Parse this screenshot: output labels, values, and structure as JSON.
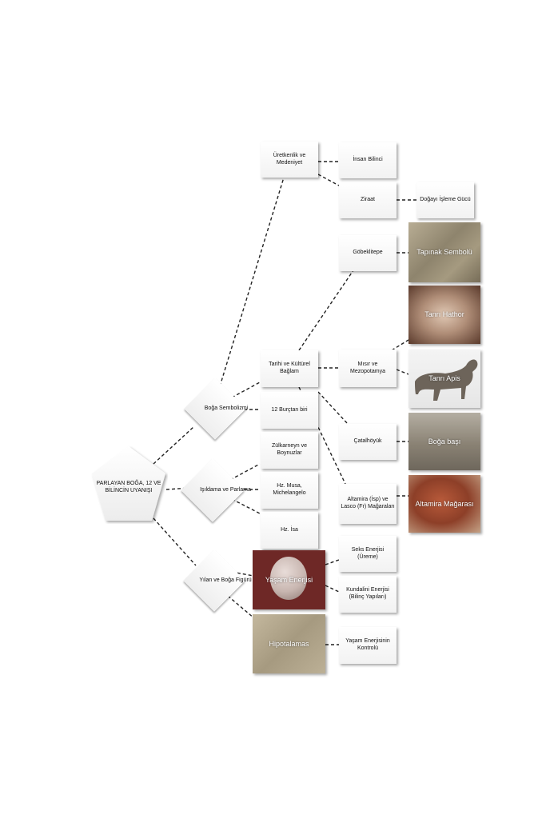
{
  "colors": {
    "line": "#222222",
    "box_fill": "#f4f4f4",
    "img_gobeklitepe": "#9a8f78",
    "img_hathor": "#b59a86",
    "img_apis": "#7b6f63",
    "img_bogabasi": "#8f877a",
    "img_altamira": "#9c4a32",
    "img_yasam": "#7a2e2a",
    "img_hipotalamus": "#b0a48c"
  },
  "root": {
    "label": "PARLAYAN BOĞA, 12 VE BİLİNCİN UYANIŞI"
  },
  "level1": {
    "boga": "Boğa Sembolizmi",
    "isildama": "Işıldama ve Parlama",
    "yilan": "Yılan ve Boğa Figürü"
  },
  "level2": {
    "uretkenlik": "Üretkenlik ve Medeniyet",
    "tarihi": "Tarihi ve Kültürel Bağlam",
    "burclar": "12 Burçtan biri",
    "zulkarneyn": "Zülkarneyn ve Boynuzlar",
    "musa": "Hz. Musa, Michelangelo",
    "isa": "Hz. İsa"
  },
  "level3": {
    "insan": "İnsan Bilinci",
    "ziraat": "Ziraat",
    "gobeklitepe": "Göbeklitepe",
    "misir": "Mısır ve Mezopotamya",
    "catalhoyuk": "Çatalhöyük",
    "altamira": "Altamira (İsp) ve Lasco (Fr) Mağaraları",
    "seks": "Seks Enerjisi (Üreme)",
    "kundalini": "Kundalini Enerjisi (Bilinç Yapıları)",
    "kontrol": "Yaşam Enerjisinin Kontrolü"
  },
  "level4": {
    "dogayi": "Doğayı İşleme Gücü"
  },
  "images": {
    "gobeklitepe": "Tapınak Sembolü",
    "hathor": "Tanrı Hathor",
    "apis": "Tanrı Apis",
    "bogabasi": "Boğa başı",
    "altamira": "Altamira Mağarası",
    "yasam": "Yaşam Enerjisi",
    "hipotalamus": "Hipotalamas"
  }
}
